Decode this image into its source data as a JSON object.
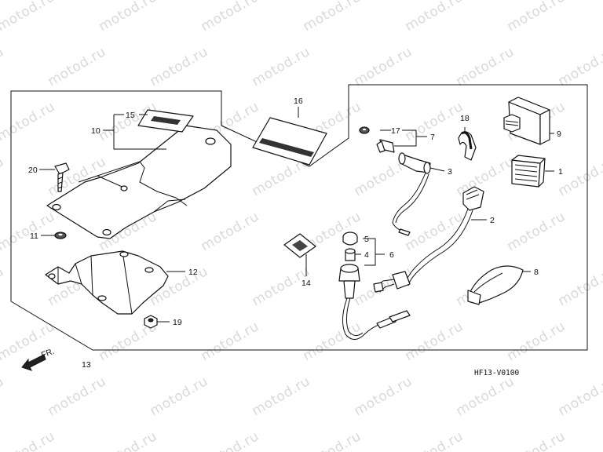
{
  "watermark": {
    "text": "motod.ru"
  },
  "diagram_code": "HF13-V0100",
  "direction_label": "FR.",
  "callouts": {
    "p1": "1",
    "p2": "2",
    "p3": "3",
    "p4": "4",
    "p5": "5",
    "p6": "6",
    "p7": "7",
    "p8": "8",
    "p9": "9",
    "p10": "10",
    "p11": "11",
    "p12": "12",
    "p13": "13",
    "p14": "14",
    "p15": "15",
    "p16": "16",
    "p17": "17",
    "p18": "18",
    "p19": "19",
    "p20": "20"
  },
  "colors": {
    "line": "#111111",
    "watermark": "#d9d9d9",
    "background": "#ffffff"
  }
}
